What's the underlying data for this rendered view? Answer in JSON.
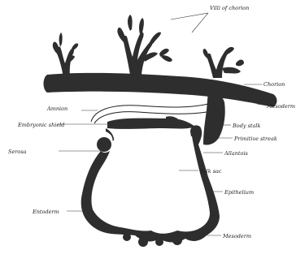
{
  "labels": {
    "villi": "Villi of chorion",
    "chorion": "Chorion",
    "amnion": "Amnion",
    "embryonic_shield": "Embryonic shield",
    "body_stalk": "Body stalk",
    "serosa": "Serosa",
    "mesoderm": "Mesoderm",
    "primitive_streak": "Primitive streak",
    "allantois": "Allantois",
    "yolk_sac": "Yolk sac",
    "epithelium": "Epithelium",
    "mesoderm_lower": "Mesoderm",
    "entoderm": "Entoderm"
  }
}
